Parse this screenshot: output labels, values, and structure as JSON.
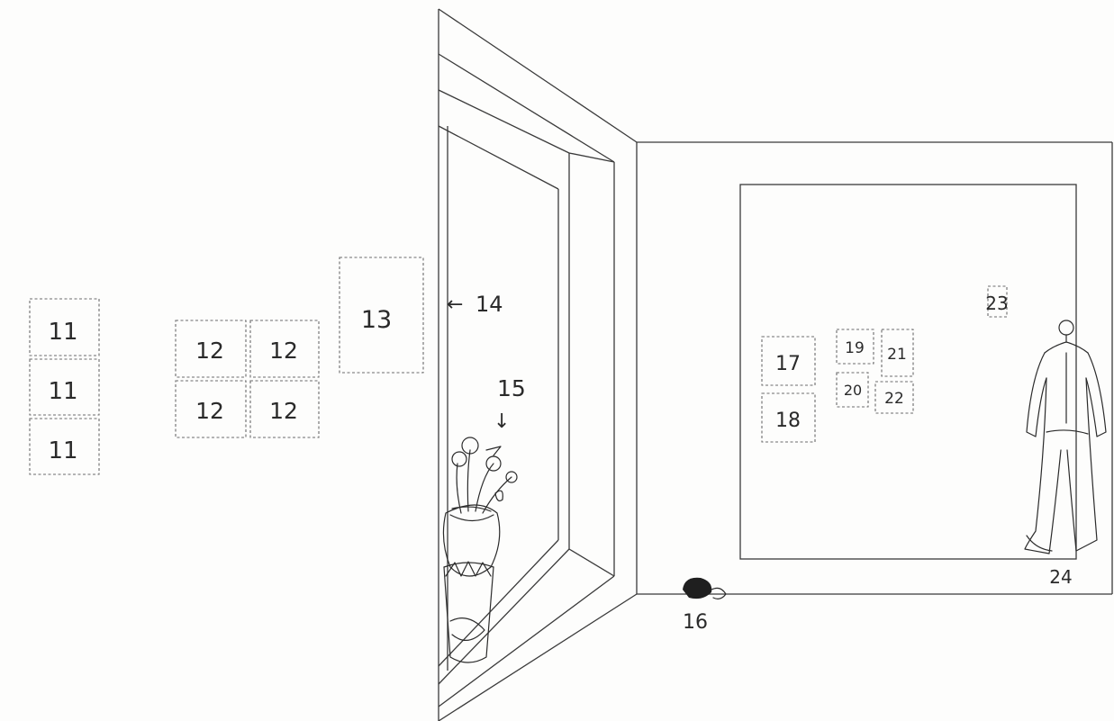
{
  "labels": {
    "frame_11": "11",
    "frame_12": "12",
    "frame_13": "13",
    "window_14": "14",
    "vase_15": "15",
    "mouse_16": "16",
    "frame_17": "17",
    "frame_18": "18",
    "frame_19": "19",
    "frame_20": "20",
    "frame_21": "21",
    "frame_22": "22",
    "frame_23": "23",
    "coat_24": "24"
  },
  "symbols": {
    "arrow_left": "←",
    "arrow_down": "↓"
  },
  "colors": {
    "ink": "#2b2b2b",
    "paper": "#fdfdfc",
    "frame_outline": "#6b6b6b"
  }
}
